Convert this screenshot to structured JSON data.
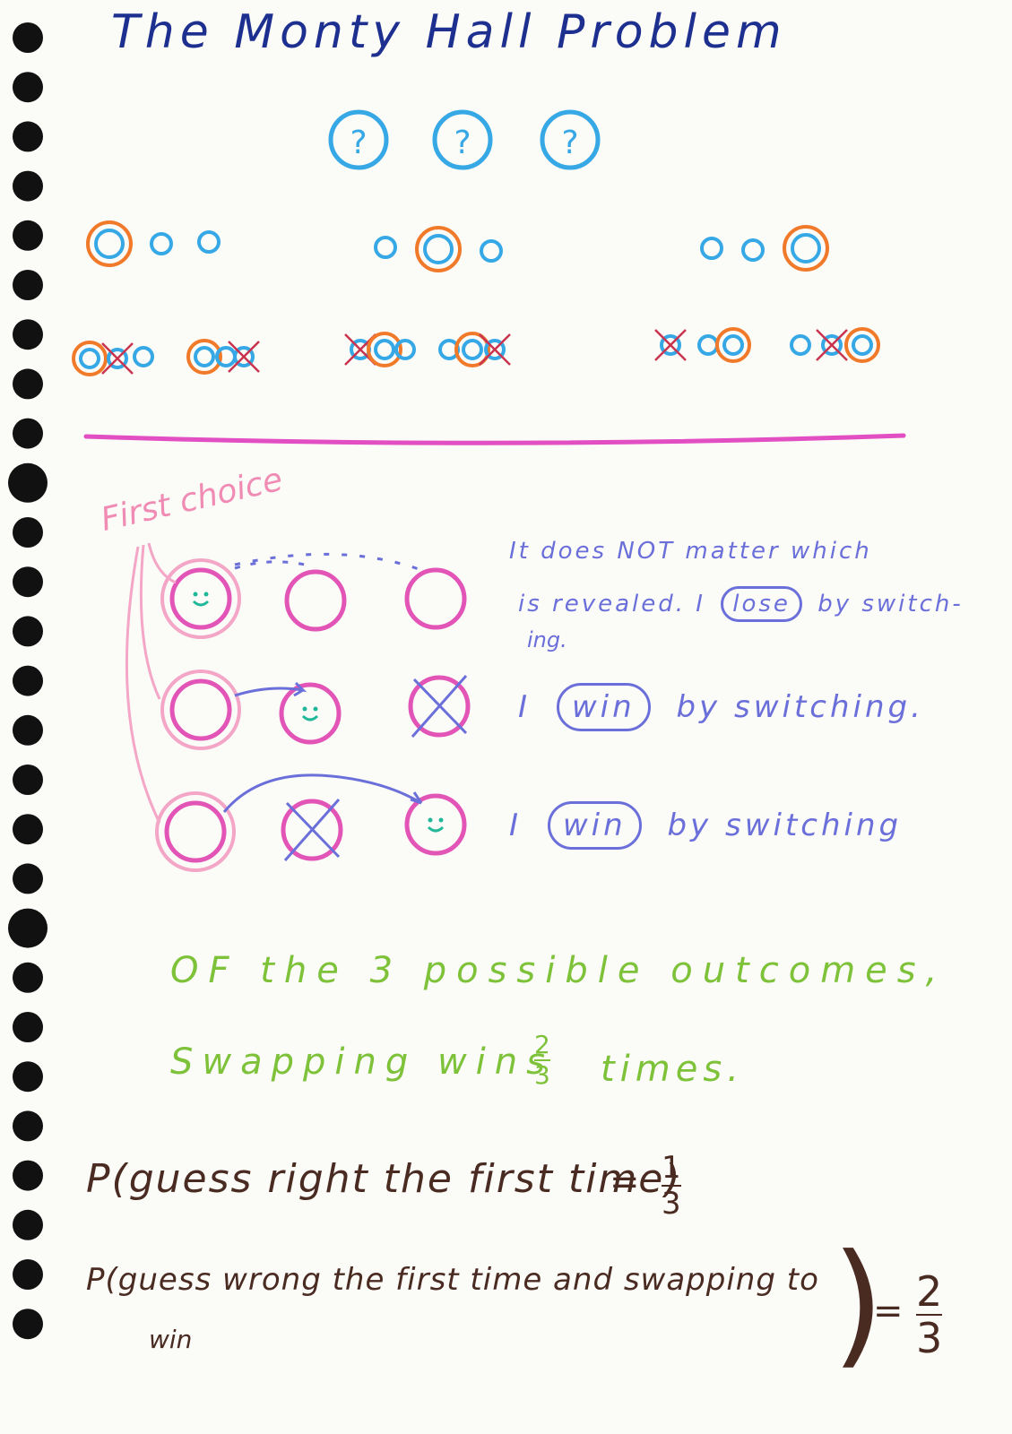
{
  "title": "The Monty Hall Problem",
  "colors": {
    "title": "#1d2f8f",
    "door": "#36a8e6",
    "pick": "#f07a2a",
    "cross": "#c8344e",
    "divider": "#e24fc2",
    "pink_door": "#e255b7",
    "pink_light": "#f4a6c6",
    "smile": "#20b898",
    "annotation": "#6b6fd9",
    "conclusion": "#7ec23a",
    "formula": "#4a2b22",
    "binding_hole": "#111111"
  },
  "doors": {
    "symbol": "?"
  },
  "diagram": {
    "first_choice_label": "First choice",
    "rows": [
      {
        "text": "It does NOT matter which is revealed. I lose by switch-ing.",
        "line1": "It does NOT matter which",
        "line2_pre": "is revealed. I",
        "circled": "lose",
        "line2_post": "by switch-",
        "line3": "ing."
      },
      {
        "pre": "I",
        "circled": "win",
        "post": "by switching."
      },
      {
        "pre": "I",
        "circled": "win",
        "post": "by switching"
      }
    ]
  },
  "conclusion": {
    "line1": "OF the 3 possible outcomes,",
    "line2_pre": "Swapping wins",
    "fraction": {
      "num": "2",
      "den": "3"
    },
    "line2_post": "times."
  },
  "formulas": [
    {
      "lhs": "P(guess right the first time)",
      "eq": "=",
      "frac": {
        "num": "1",
        "den": "3"
      }
    },
    {
      "lhs_line1": "P(guess wrong the first time and swapping to",
      "lhs_line2": "win",
      "close": ")",
      "eq": "=",
      "frac": {
        "num": "2",
        "den": "3"
      }
    }
  ]
}
